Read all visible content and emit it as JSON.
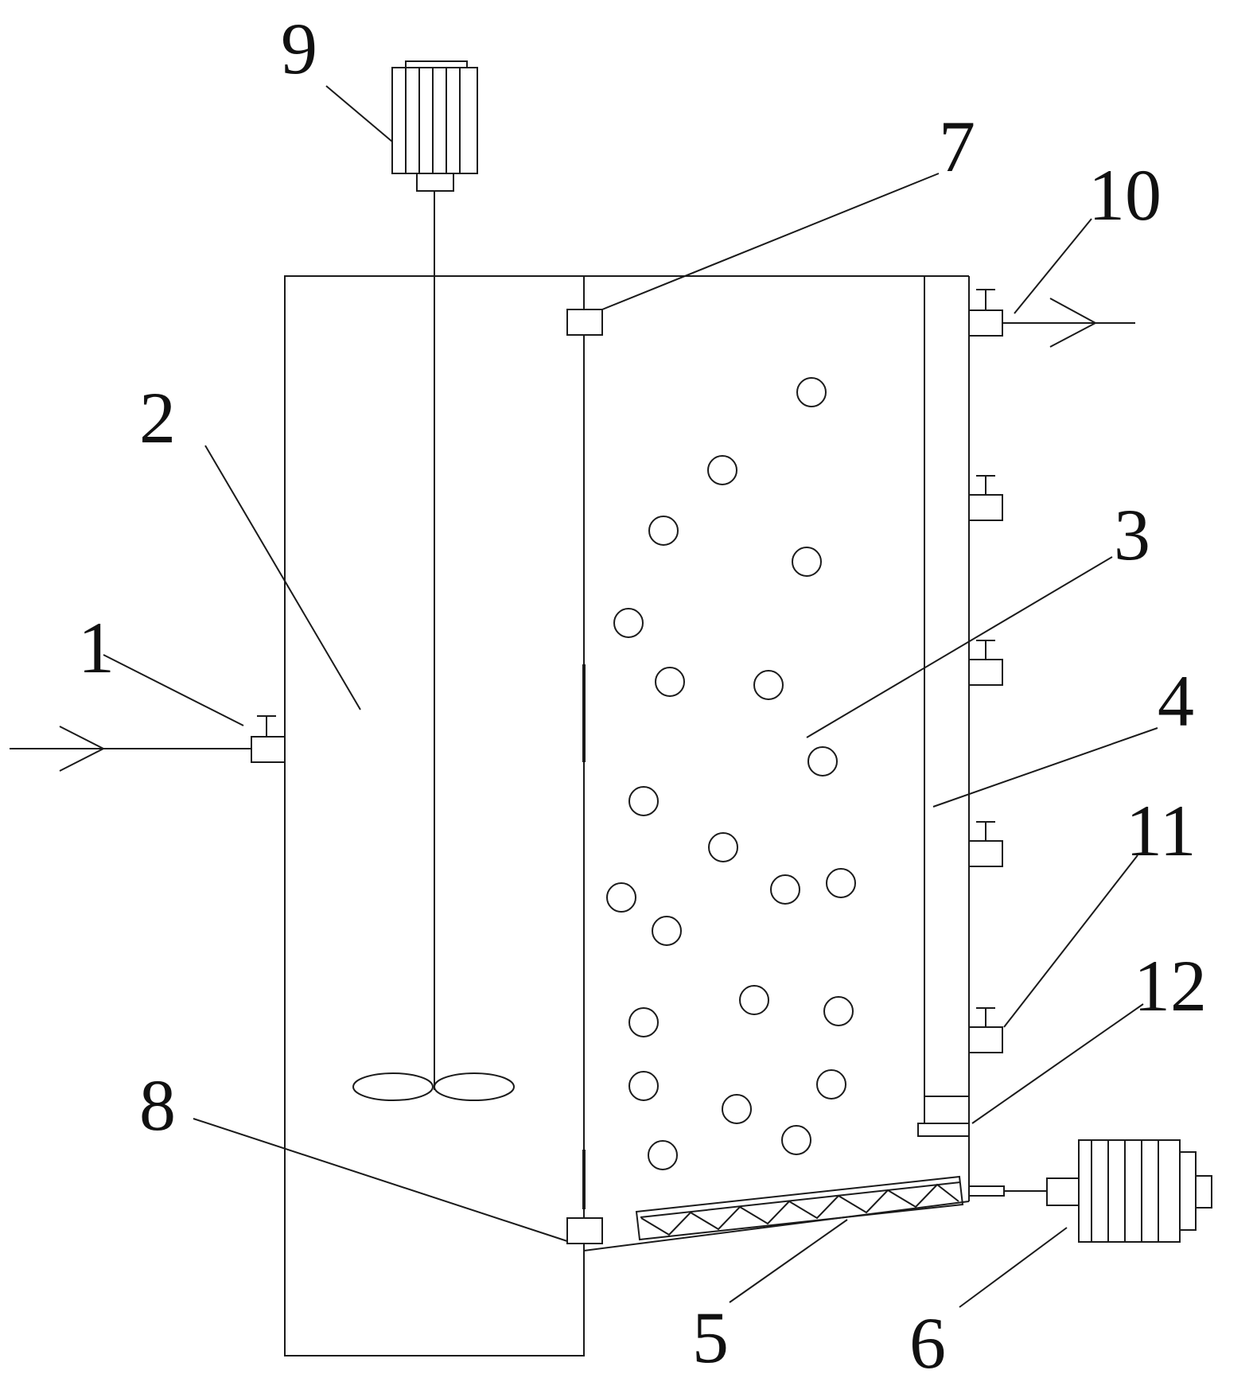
{
  "labels": {
    "n1": "1",
    "n2": "2",
    "n3": "3",
    "n4": "4",
    "n5": "5",
    "n6": "6",
    "n7": "7",
    "n8": "8",
    "n9": "9",
    "n10": "10",
    "n11": "11",
    "n12": "12"
  },
  "colors": {
    "line": "#1a1a1a",
    "background": "#ffffff"
  }
}
